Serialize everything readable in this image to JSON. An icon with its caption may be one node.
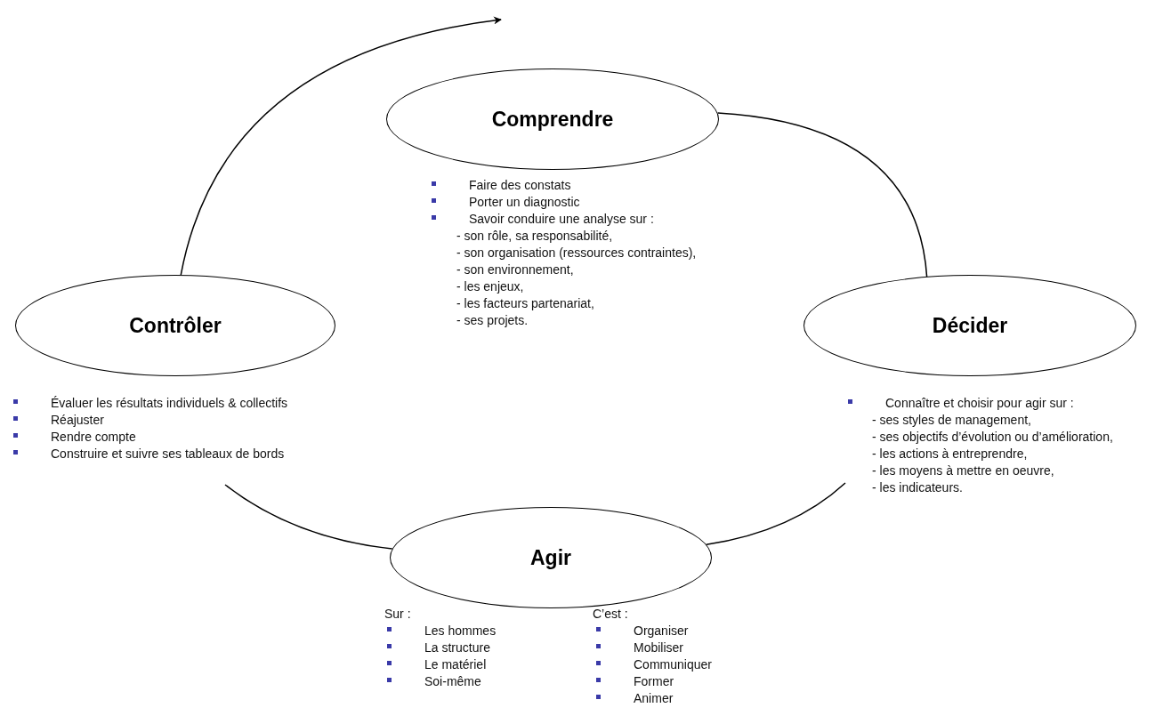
{
  "diagram": {
    "nodes": [
      {
        "text": [
          "Comprendre"
        ],
        "beside": [
          "Faire des constats",
          "Porter un diagnostic",
          "Savoir conduire une analyse sur :",
          "- son rôle, sa responsabilité,",
          "- son organisation (ressources contraintes),",
          "- son environnement,",
          "- les enjeux,",
          "- les facteurs partenariat,",
          "- ses projets."
        ]
      },
      {
        "text": [
          "Contrôler"
        ],
        "beside": [
          "Évaluer les résultats individuels & collectifs",
          "Réajuster",
          "Rendre compte",
          "Construire et suivre ses tableaux de bords"
        ]
      },
      {
        "text": [
          "Décider"
        ],
        "beside": [
          "Connaître et choisir pour agir sur :",
          "- ses styles de management,",
          "- ses objectifs d’évolution ou d’amélioration,",
          "- les actions à entreprendre,",
          "- les moyens à mettre en oeuvre,",
          "- les indicateurs."
        ]
      },
      {
        "text": [
          "Agir"
        ],
        "beside": [
          "Sur :",
          "Les hommes",
          "La structure",
          "Le matériel",
          "Soi-même",
          "C’est :",
          "Organiser",
          "Mobiliser",
          "Communiquer",
          "Former",
          "Animer"
        ]
      }
    ],
    "edges": [
      {
        "from": 0,
        "to": 2,
        "arrow": "none"
      },
      {
        "from": 2,
        "to": 3,
        "arrow": "none"
      },
      {
        "from": 3,
        "to": 1,
        "arrow": "none"
      },
      {
        "from": 1,
        "to": null,
        "arrow": "to"
      }
    ]
  }
}
